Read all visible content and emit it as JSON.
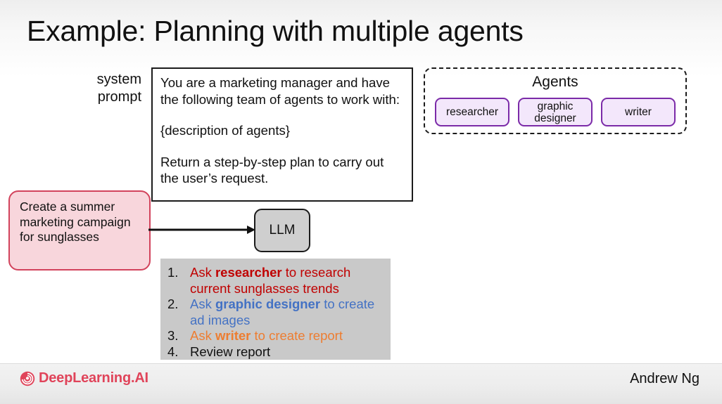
{
  "slide": {
    "title": "Example: Planning with multiple agents"
  },
  "system_prompt": {
    "label_line1": "system",
    "label_line2": "prompt",
    "paragraphs": [
      "You are a marketing manager and have the following team of agents to work with:",
      "{description of agents}",
      "Return a step-by-step plan to carry out the user’s request."
    ]
  },
  "agents_panel": {
    "title": "Agents",
    "chips": [
      {
        "label": "researcher"
      },
      {
        "label": "graphic designer"
      },
      {
        "label": "writer"
      }
    ],
    "border_color": "#1b1b1b",
    "chip_fill": "#f3e7fb",
    "chip_border": "#7b2aa8"
  },
  "user_request": {
    "text": "Create a summer marketing campaign for sunglasses",
    "fill": "#f8d6dc",
    "border": "#d2435c"
  },
  "llm": {
    "label": "LLM",
    "fill": "#cfcfcf",
    "border": "#1b1b1b"
  },
  "plan": {
    "background": "#c9c9c9",
    "items": [
      {
        "number": "1.",
        "color": "#c00000",
        "prefix": "Ask ",
        "bold": "researcher",
        "suffix": " to research current sunglasses trends"
      },
      {
        "number": "2.",
        "color": "#4472c4",
        "prefix": "Ask ",
        "bold": "graphic designer",
        "suffix": " to create ad images"
      },
      {
        "number": "3.",
        "color": "#ed7d31",
        "prefix": "Ask ",
        "bold": "writer",
        "suffix": " to create report"
      },
      {
        "number": "4.",
        "color": "#111111",
        "prefix": "Review report",
        "bold": "",
        "suffix": ""
      }
    ]
  },
  "footer": {
    "brand": "DeepLearning.AI",
    "brand_color": "#e0445a",
    "author": "Andrew Ng"
  }
}
